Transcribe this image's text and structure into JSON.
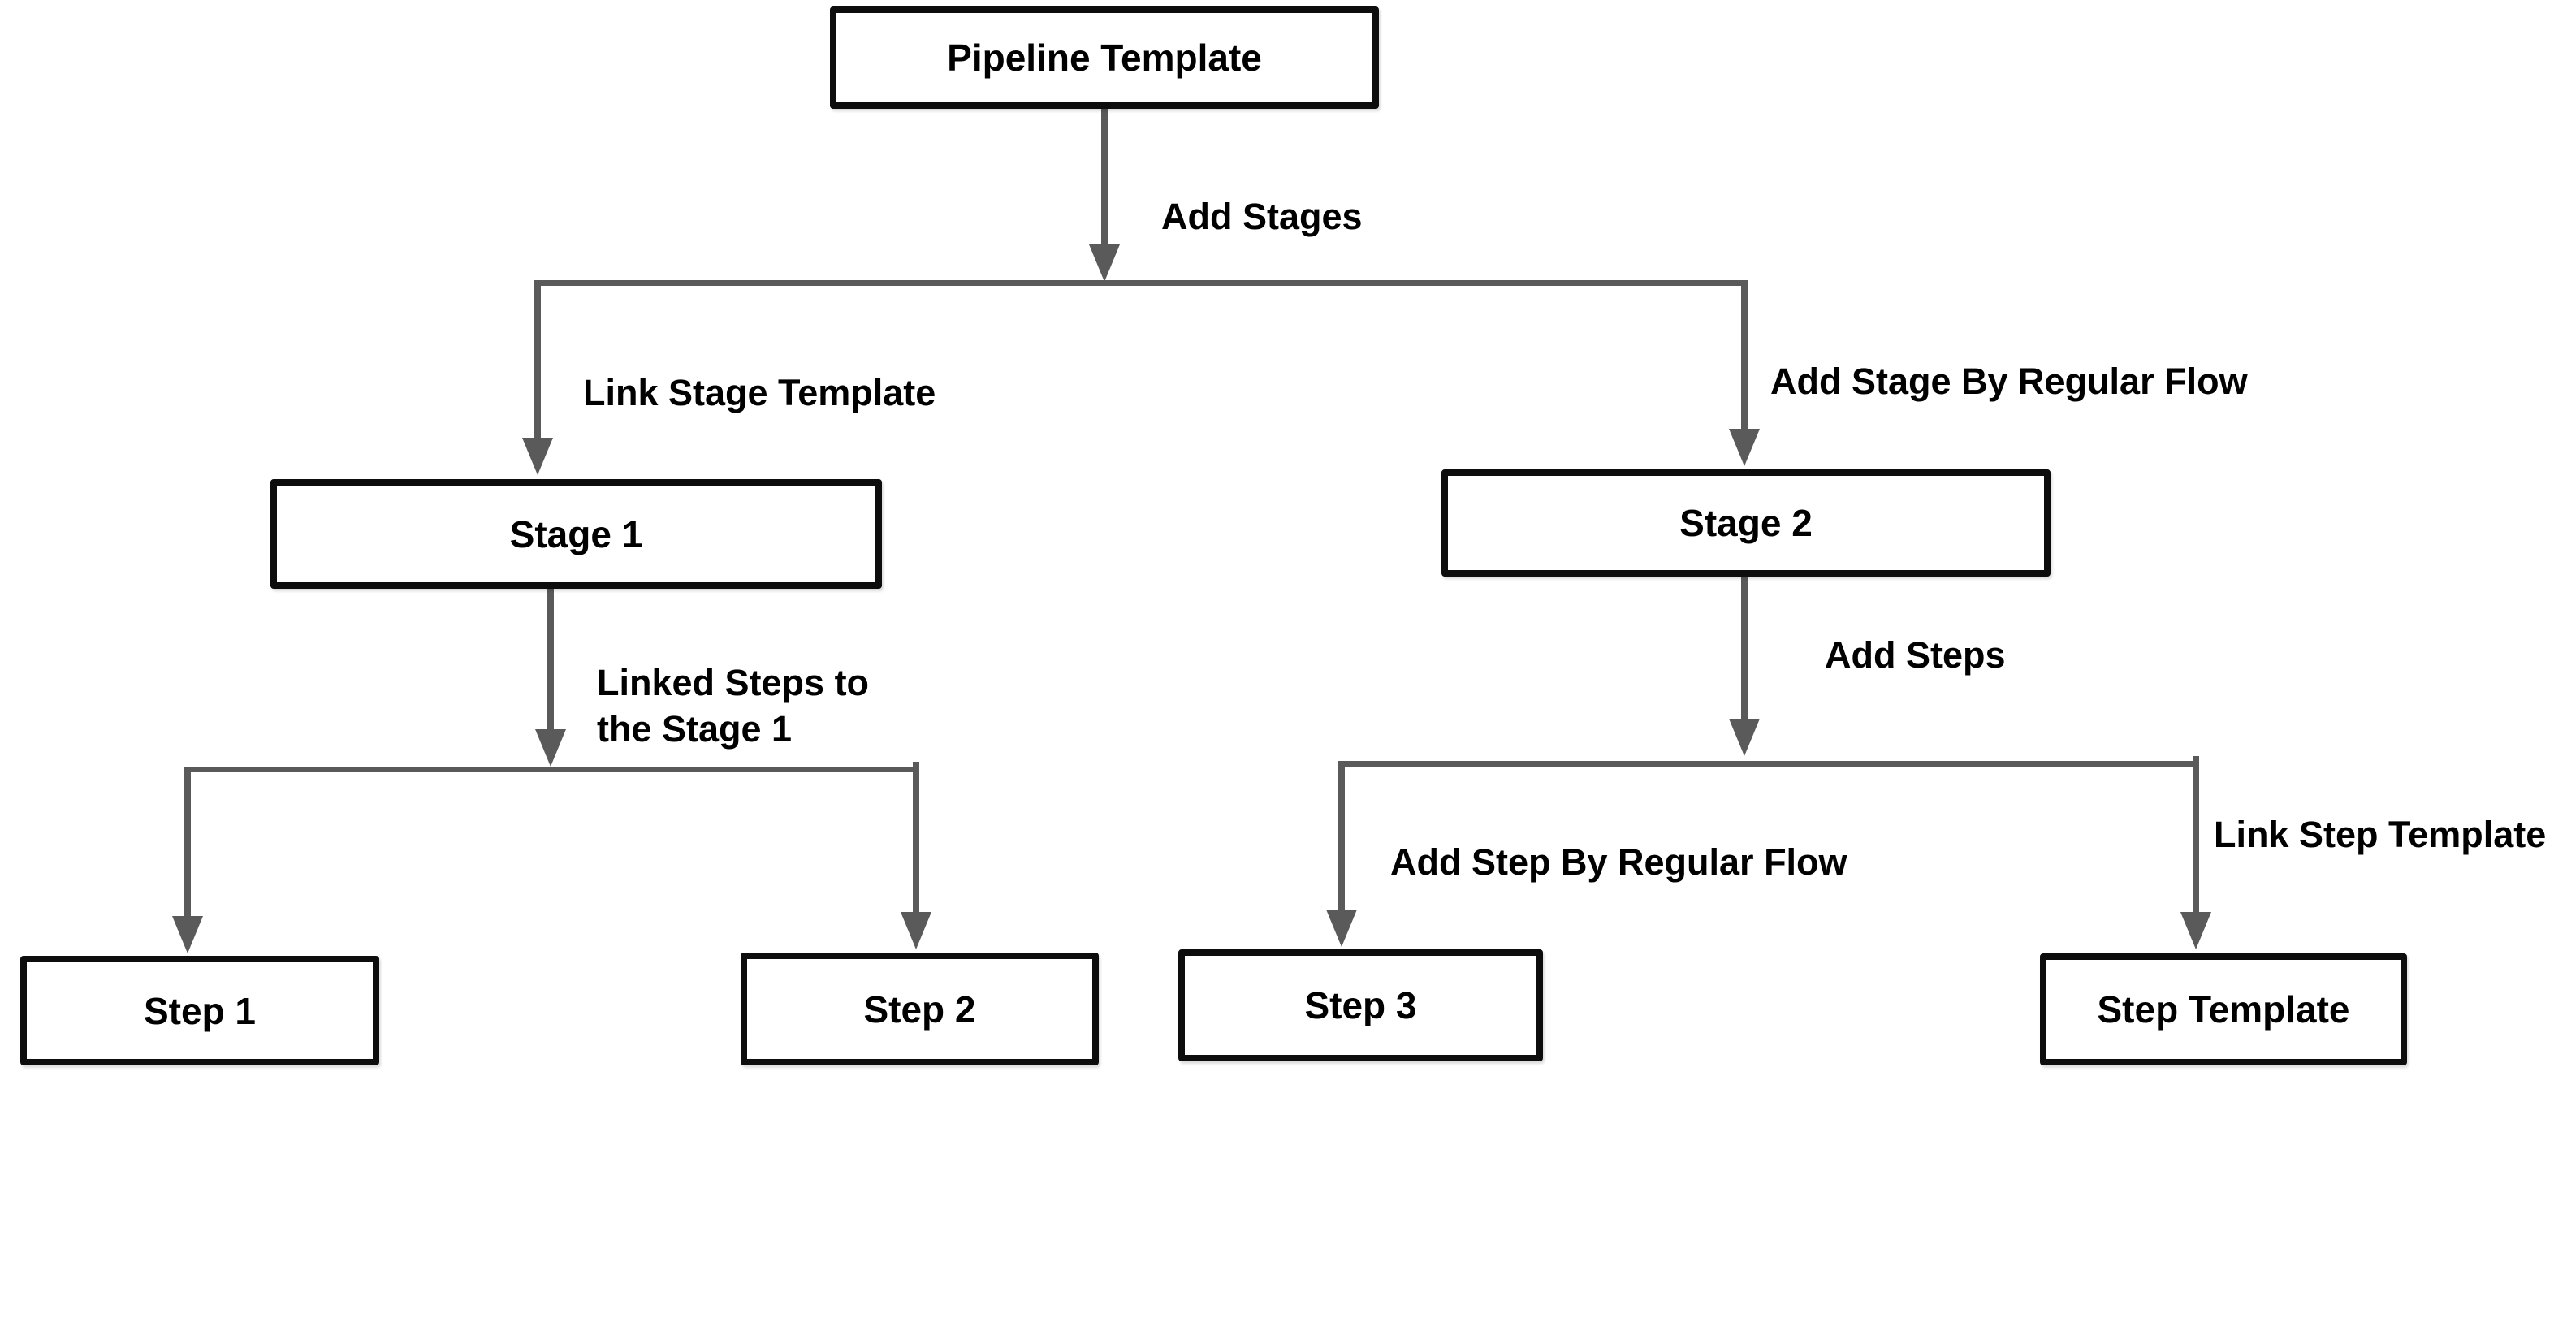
{
  "diagram": {
    "colors": {
      "background": "#ffffff",
      "connector": "#5a5a5a",
      "node_border": "#0d0d0d",
      "node_fill": "#ffffff",
      "text": "#000000"
    },
    "nodes": {
      "pipeline_template": {
        "label": "Pipeline Template"
      },
      "stage_1": {
        "label": "Stage 1"
      },
      "stage_2": {
        "label": "Stage 2"
      },
      "step_1": {
        "label": "Step 1"
      },
      "step_2": {
        "label": "Step 2"
      },
      "step_3": {
        "label": "Step 3"
      },
      "step_template": {
        "label": "Step Template"
      }
    },
    "edge_labels": {
      "add_stages": {
        "label": "Add Stages"
      },
      "link_stage_template": {
        "label": "Link Stage Template"
      },
      "add_stage_by_regular_flow": {
        "label": "Add Stage By Regular Flow"
      },
      "linked_steps_to_stage_1": {
        "line1": "Linked Steps to",
        "line2": "the Stage 1"
      },
      "add_steps": {
        "label": "Add Steps"
      },
      "add_step_by_regular_flow": {
        "label": "Add Step By Regular Flow"
      },
      "link_step_template": {
        "label": "Link Step Template"
      }
    }
  }
}
